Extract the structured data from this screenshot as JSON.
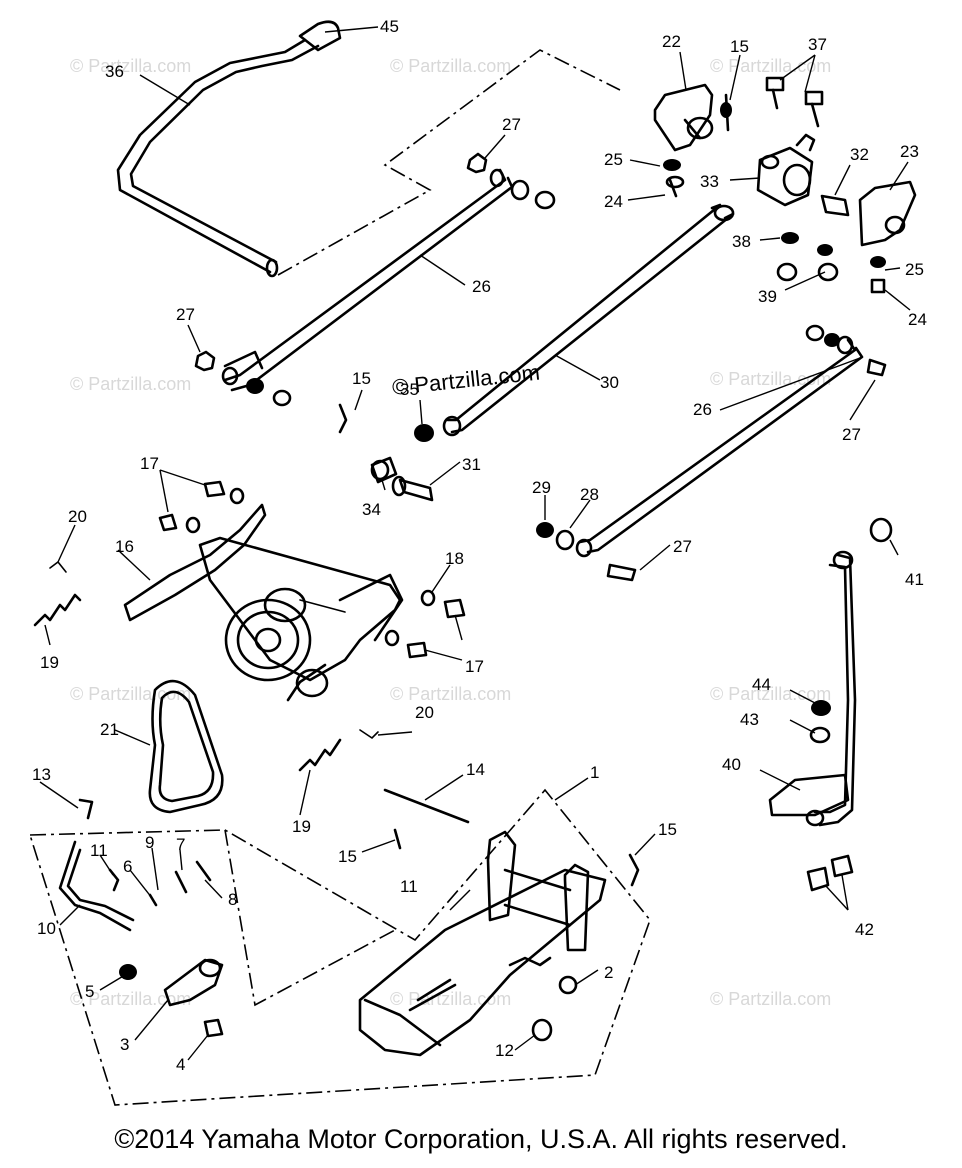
{
  "diagram": {
    "watermark": "© Partzilla.com",
    "copyright": "©2014 Yamaha Motor Corporation, U.S.A. All rights reserved.",
    "callouts": [
      "45",
      "36",
      "22",
      "15",
      "37",
      "27",
      "25",
      "33",
      "32",
      "23",
      "24",
      "26",
      "38",
      "25",
      "39",
      "24",
      "27",
      "15",
      "35",
      "30",
      "26",
      "27",
      "17",
      "31",
      "34",
      "29",
      "28",
      "27",
      "20",
      "16",
      "18",
      "41",
      "19",
      "17",
      "44",
      "20",
      "43",
      "21",
      "40",
      "13",
      "14",
      "1",
      "15",
      "19",
      "15",
      "9",
      "7",
      "11",
      "6",
      "8",
      "11",
      "10",
      "42",
      "5",
      "2",
      "3",
      "12",
      "4"
    ]
  }
}
